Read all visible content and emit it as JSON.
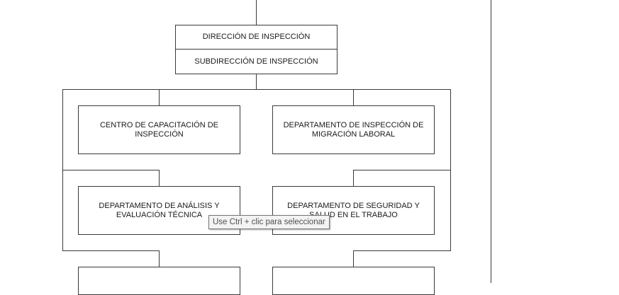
{
  "org_chart": {
    "director_box": {
      "direction": "DIRECCIÓN DE INSPECCIÓN",
      "subdirection": "SUBDIRECCIÓN DE INSPECCIÓN"
    },
    "units": [
      {
        "label": "CENTRO DE CAPACITACIÓN DE INSPECCIÓN"
      },
      {
        "label": "DEPARTAMENTO DE INSPECCIÓN DE MIGRACIÓN LABORAL"
      },
      {
        "label": "DEPARTAMENTO DE ANÁLISIS Y EVALUACIÓN TÉCNICA"
      },
      {
        "label": "DEPARTAMENTO DE SEGURIDAD Y SALUD EN EL TRABAJO"
      },
      {
        "label": ""
      },
      {
        "label": ""
      }
    ]
  },
  "tooltip": {
    "text": "Use Ctrl + clic para seleccionar"
  }
}
